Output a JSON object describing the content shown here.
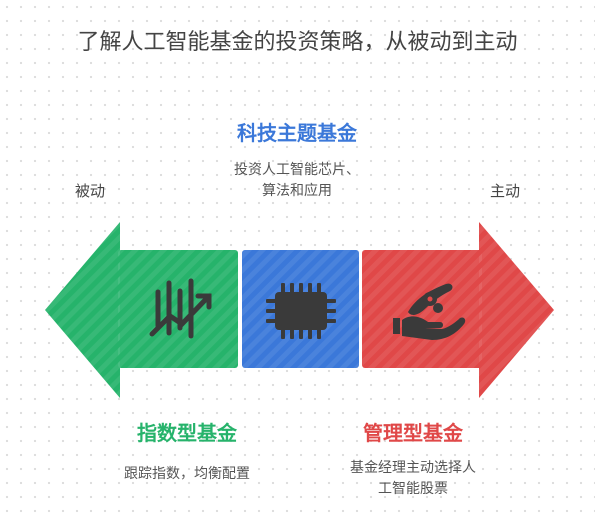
{
  "title": "了解人工智能基金的投资策略，从被动到主动",
  "top_category": {
    "heading": "科技主题基金",
    "description_line1": "投资人工智能芯片、",
    "description_line2": "算法和应用"
  },
  "left_direction": "被动",
  "right_direction": "主动",
  "bottom_left": {
    "heading": "指数型基金",
    "description": "跟踪指数，均衡配置"
  },
  "bottom_right": {
    "heading": "管理型基金",
    "description_line1": "基金经理主动选择人",
    "description_line2": "工智能股票"
  },
  "colors": {
    "green": "#26b36b",
    "blue": "#3b78d9",
    "red": "#e04848",
    "icon": "#3a3a3a"
  },
  "icons": {
    "left_segment": "stock-chart-icon",
    "middle_segment": "chip-icon",
    "right_segment": "hand-coins-icon"
  }
}
